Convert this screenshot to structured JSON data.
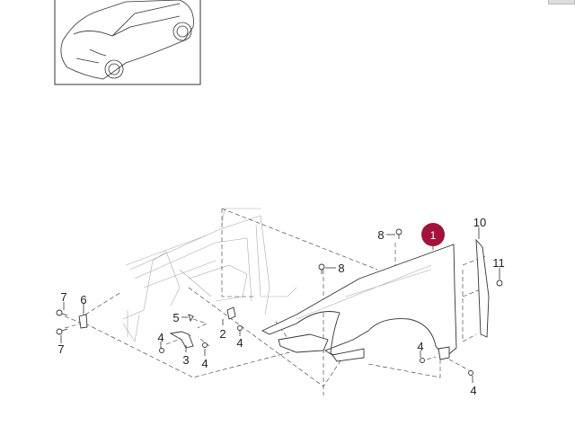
{
  "thumbnail": {
    "label": "vehicle-overview"
  },
  "callouts": [
    {
      "id": "c1",
      "text": "1",
      "highlighted": true
    },
    {
      "id": "c2",
      "text": "2"
    },
    {
      "id": "c3",
      "text": "3"
    },
    {
      "id": "c4a",
      "text": "4"
    },
    {
      "id": "c4b",
      "text": "4"
    },
    {
      "id": "c4c",
      "text": "4"
    },
    {
      "id": "c4d",
      "text": "4"
    },
    {
      "id": "c4e",
      "text": "4"
    },
    {
      "id": "c5",
      "text": "5"
    },
    {
      "id": "c6",
      "text": "6"
    },
    {
      "id": "c7a",
      "text": "7"
    },
    {
      "id": "c7b",
      "text": "7"
    },
    {
      "id": "c8a",
      "text": "8"
    },
    {
      "id": "c8b",
      "text": "8"
    },
    {
      "id": "c10",
      "text": "10"
    },
    {
      "id": "c11",
      "text": "11"
    }
  ],
  "colors": {
    "highlight": "#a3123a",
    "line": "#333333"
  }
}
